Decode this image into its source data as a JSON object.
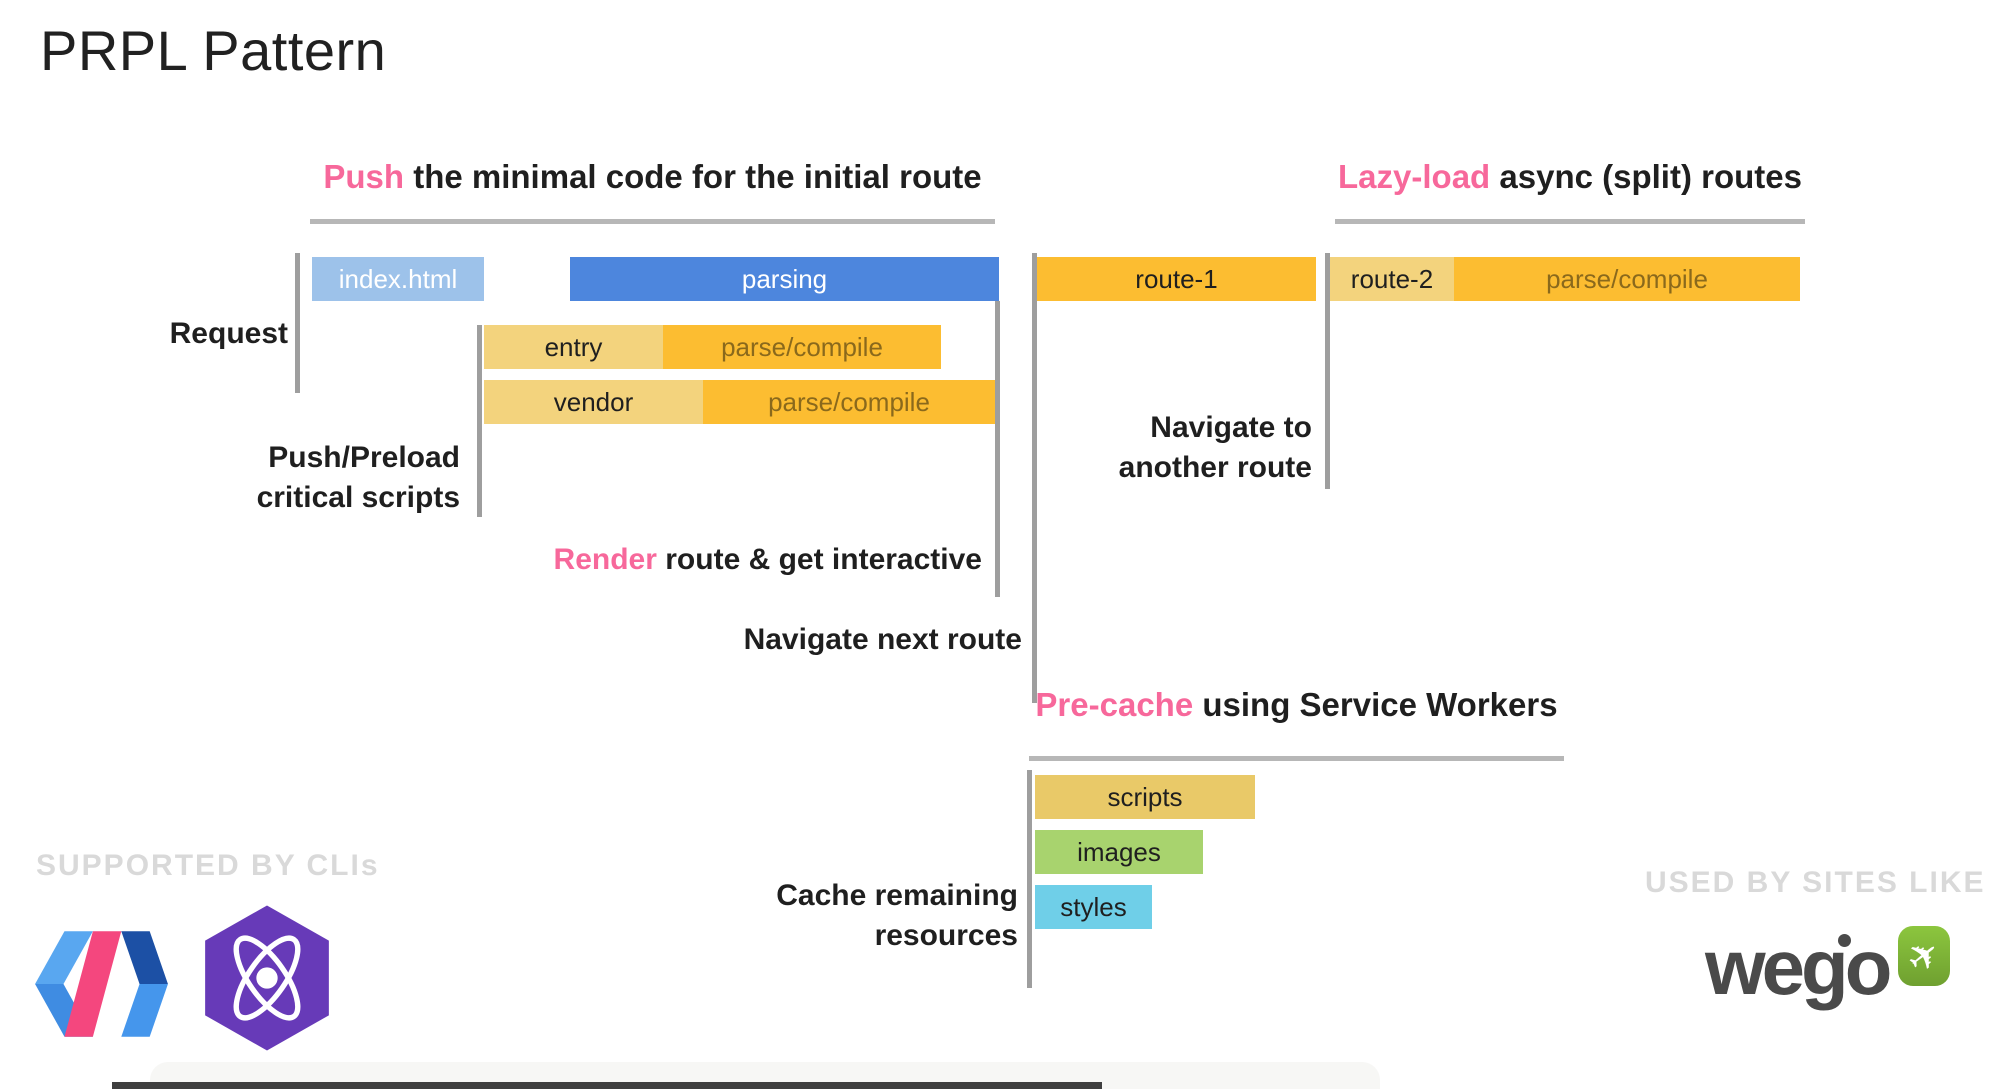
{
  "title": "PRPL Pattern",
  "colors": {
    "pink": "#f7689b",
    "light_blue": "#9dc2ea",
    "blue": "#4d86dd",
    "orange": "#fcbd31",
    "light_yellow": "#f3d37d",
    "tan": "#e9c968",
    "green": "#a8d36e",
    "cyan": "#6fcfe8",
    "gray_line": "#9e9e9e",
    "underline": "#b7b7b7",
    "muted_label": "#d9d9d9",
    "parse_text": "#8a691c",
    "bar_text_dark": "#1f1f1f",
    "bar_text_light": "#ffffff",
    "wego_gray": "#4a4a4a",
    "wego_green": "#8cc63e",
    "wego_green_dark": "#6fa030",
    "preact_purple": "#673ab8",
    "polymer_light": "#59a7f0",
    "polymer_mid": "#3f8ce2",
    "polymer_pink": "#f4477e",
    "polymer_navy": "#1c50a5",
    "polymer_blue": "#4596ec",
    "progress_bar": "#3f3f3f"
  },
  "headers": {
    "push": {
      "highlight": "Push",
      "rest": "the minimal code for the initial route"
    },
    "lazy": {
      "highlight": "Lazy-load",
      "rest": "async (split) routes"
    },
    "precache": {
      "highlight": "Pre-cache",
      "rest": "using Service Workers"
    }
  },
  "labels": {
    "request": "Request",
    "push_preload_line1": "Push/Preload",
    "push_preload_line2": "critical scripts",
    "render_highlight": "Render",
    "render_rest": "route & get interactive",
    "navigate_next": "Navigate next route",
    "navigate_another_line1": "Navigate to",
    "navigate_another_line2": "another route",
    "cache_line1": "Cache remaining",
    "cache_line2": "resources"
  },
  "bars": {
    "index_html": "index.html",
    "parsing": "parsing",
    "entry": "entry",
    "entry_parse": "parse/compile",
    "vendor": "vendor",
    "vendor_parse": "parse/compile",
    "route1": "route-1",
    "route2": "route-2",
    "route2_parse": "parse/compile",
    "scripts": "scripts",
    "images": "images",
    "styles": "styles"
  },
  "footer": {
    "supported": "SUPPORTED BY CLIs",
    "used": "USED BY SITES LIKE",
    "wego_text": "wego"
  },
  "icons": {
    "polymer": "polymer-logo",
    "preact": "preact-logo",
    "wego_plane": "airplane-icon"
  }
}
